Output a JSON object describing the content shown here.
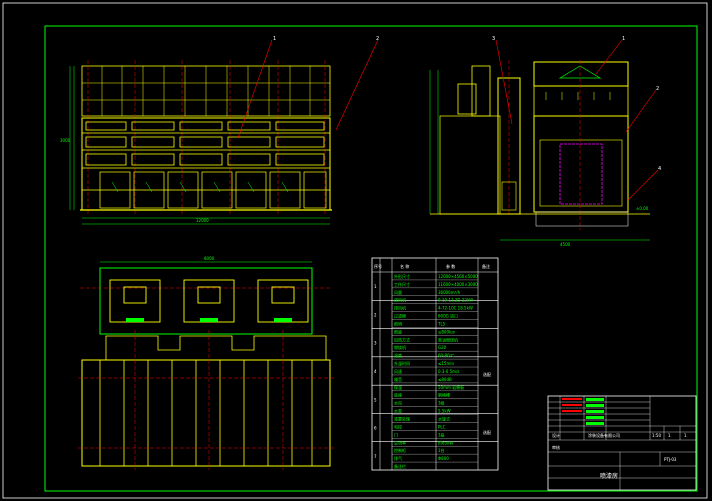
{
  "colors": {
    "background": "#000000",
    "frame": "#ffffff",
    "border": "#00ff00",
    "structure": "#ffff00",
    "accent": "#ff0000",
    "cyan": "#00ffff",
    "magenta": "#ff00ff",
    "white": "#ffffff"
  },
  "callouts": {
    "front_1": "1",
    "front_2": "2",
    "side_1": "3",
    "side_2": "1",
    "side_3": "2",
    "side_4": "4"
  },
  "dimensions": {
    "front_bottom": "12000",
    "front_left": "3000",
    "plan_top": "8000",
    "side_bottom": "4500",
    "side_right": "±0.00"
  },
  "spec_table": {
    "headers": [
      "序号",
      "名  称",
      "参  数",
      "备注"
    ],
    "groups": [
      "1",
      "2",
      "3",
      "4",
      "5",
      "6",
      "7"
    ],
    "rows": [
      [
        "外形尺寸",
        "12000×4500×5000"
      ],
      [
        "工作尺寸",
        "11600×4000×3000"
      ],
      [
        "风量",
        "36000m³/h"
      ],
      [
        "送风机",
        "9-19-11.2D 22kW"
      ],
      [
        "排风机",
        "4-72-10C 18.5kW"
      ],
      [
        "过滤棉",
        "600G 进口"
      ],
      [
        "照明",
        "TL5"
      ],
      [
        "照度",
        "≥800lux"
      ],
      [
        "加热方式",
        "柴油燃烧机"
      ],
      [
        "燃烧机",
        "G20"
      ],
      [
        "温度",
        "60-80℃"
      ],
      [
        "升温时间",
        "≤15min"
      ],
      [
        "风速",
        "0.3-0.5m/s"
      ],
      [
        "噪音",
        "≤80dB"
      ],
      [
        "保温",
        "50mm 岩棉板"
      ],
      [
        "底座",
        "钢格栅"
      ],
      [
        "水帘",
        "3组"
      ],
      [
        "水泵",
        "5.5kW"
      ],
      [
        "漆雾处理",
        "水旋式"
      ],
      [
        "电控",
        "PLC"
      ],
      [
        "门",
        "3扇"
      ],
      [
        "总功率",
        "约65kW"
      ],
      [
        "控制柜",
        "1台"
      ],
      [
        "排气",
        "Φ800"
      ],
      [
        "备注栏",
        ""
      ]
    ],
    "remarks": [
      "选配",
      "选配"
    ]
  },
  "title_block": {
    "drawing_name": "喷漆房",
    "code": "PTJ-03",
    "scale": "1:50",
    "sheet": "1",
    "sheets": "1",
    "company": "涂装设备有限公司",
    "designer": "设计",
    "checker": "审核"
  }
}
